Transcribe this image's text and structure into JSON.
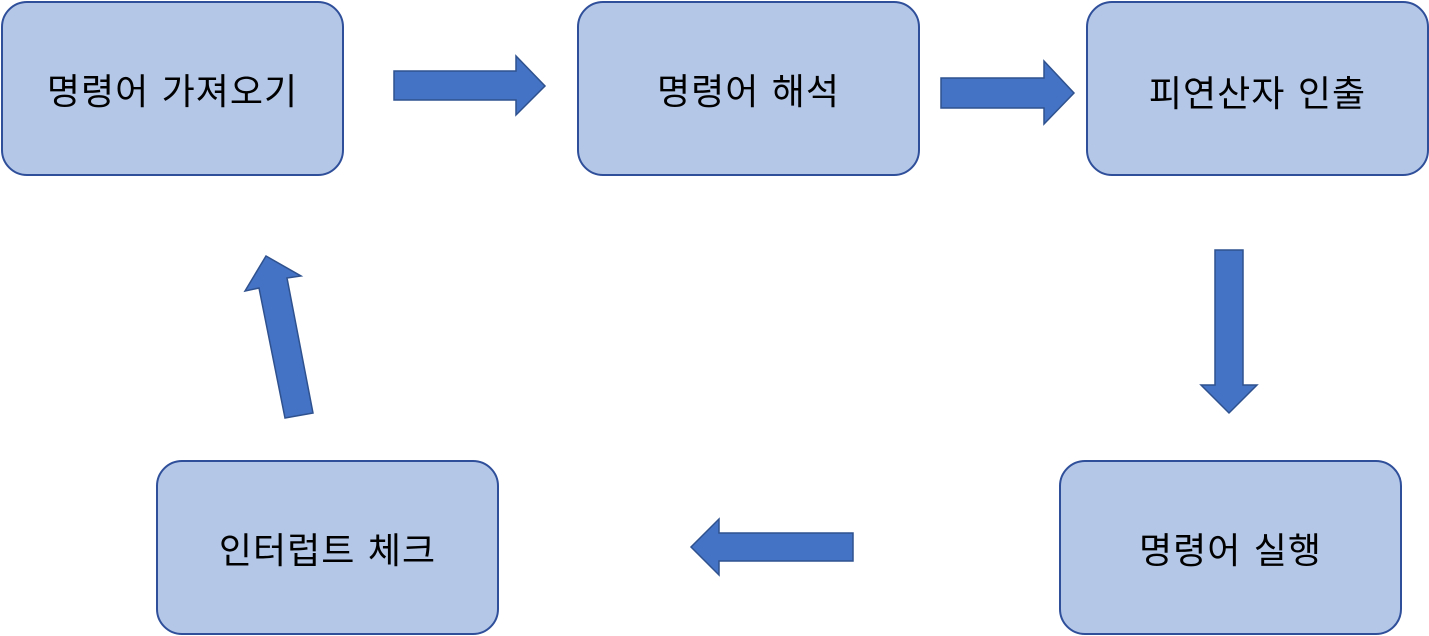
{
  "diagram": {
    "nodes": {
      "fetch": "명령어 가져오기",
      "decode": "명령어 해석",
      "operand": "피연산자 인출",
      "execute": "명령어 실행",
      "interrupt": "인터럽트 체크"
    },
    "edges": [
      [
        "fetch",
        "decode"
      ],
      [
        "decode",
        "operand"
      ],
      [
        "operand",
        "execute"
      ],
      [
        "execute",
        "interrupt"
      ],
      [
        "interrupt",
        "fetch"
      ]
    ],
    "colors": {
      "box_fill": "#b4c7e7",
      "box_border": "#2f4f9a",
      "arrow_fill": "#4472c4"
    }
  }
}
